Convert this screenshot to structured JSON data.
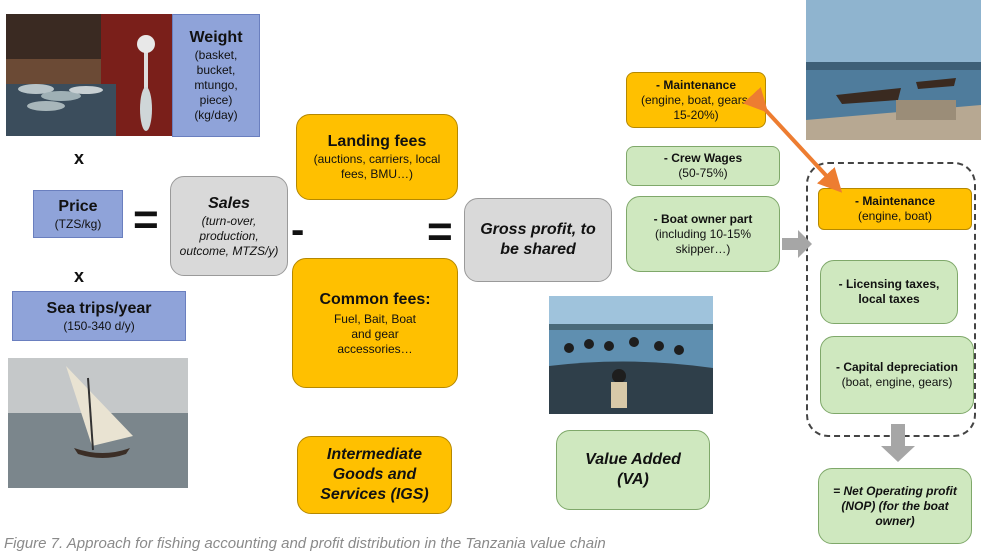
{
  "weight": {
    "title": "Weight",
    "detail": "(basket, bucket, mtungo, piece) (kg/day)"
  },
  "times1": "x",
  "price": {
    "title": "Price",
    "detail": "(TZS/kg)"
  },
  "times2": "x",
  "sea_trips": {
    "title": "Sea trips/year",
    "detail": "(150-340 d/y)"
  },
  "equals1": "=",
  "sales": {
    "title": "Sales",
    "detail": "(turn-over, production, outcome, MTZS/y)"
  },
  "minus": "-",
  "landing_fees": {
    "title": "Landing fees",
    "detail": "(auctions, carriers, local fees, BMU…)"
  },
  "common_fees": {
    "title": "Common fees:",
    "detail": "Fuel, Bait, Boat and gear accessories…"
  },
  "igs": {
    "title": "Intermediate Goods and Services (IGS)"
  },
  "equals2": "=",
  "gross_profit": {
    "title": "Gross profit, to be shared"
  },
  "maintenance_top": {
    "title": "Maintenance",
    "detail": "(engine, boat, gears, 15-20%)"
  },
  "crew_wages": {
    "title": "Crew Wages",
    "detail": "(50-75%)"
  },
  "boat_owner": {
    "title": "- Boat owner part",
    "detail": "(including 10-15% skipper…)"
  },
  "value_added": {
    "title": "Value Added (VA)"
  },
  "maintenance_right": {
    "title": "- Maintenance",
    "detail": "(engine, boat)"
  },
  "licensing": {
    "title": "- Licensing taxes, local taxes"
  },
  "capital": {
    "title": "- Capital depreciation",
    "detail": "(boat, engine, gears)"
  },
  "nop": {
    "title": "= Net Operating profit (NOP) (for the boat owner)"
  },
  "caption": "Figure 7. Approach for fishing accounting and profit distribution in the Tanzania value chain",
  "colors": {
    "blue": "#8fa3d9",
    "gray": "#d9d9d9",
    "orange": "#ffc000",
    "green": "#cfe8bf",
    "arrow_orange": "#ed7d31",
    "arrow_gray": "#a6a6a6"
  },
  "icons": {
    "photo_market": "fish-market-photo",
    "photo_sailboat": "sailboat-photo",
    "photo_crowd_boat": "crowded-boat-photo",
    "photo_harbor": "harbor-photo"
  }
}
